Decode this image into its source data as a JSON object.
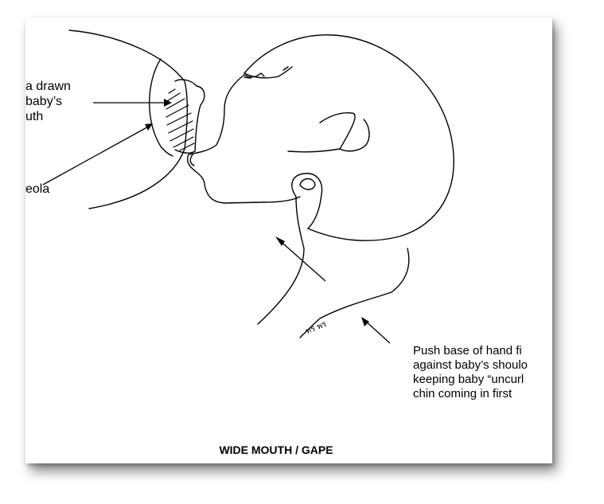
{
  "labels": {
    "drawn_line1": "a drawn",
    "drawn_line2": "baby’s",
    "drawn_line3": "uth",
    "areola": "eola",
    "signature": "ทร พร"
  },
  "instructions": {
    "line1": "Push base of hand fi",
    "line2": "against baby’s shoulo",
    "line3": "keeping baby “uncurl",
    "line4": "chin coming in first"
  },
  "caption": "WIDE MOUTH / GAPE",
  "colors": {
    "ink": "#000000",
    "paper": "#ffffff",
    "shadow": "#777777"
  }
}
